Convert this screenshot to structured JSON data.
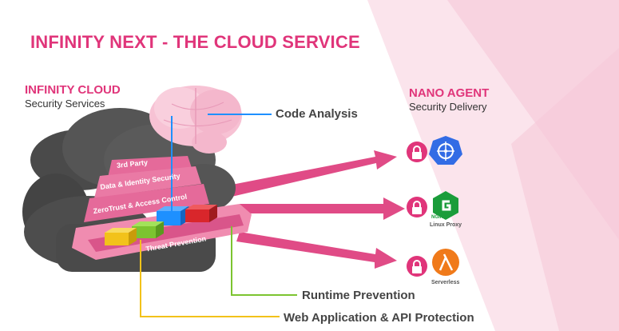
{
  "title": "INFINITY NEXT -  THE CLOUD SERVICE",
  "infinity_cloud": {
    "title": "INFINITY CLOUD",
    "subtitle": "Security Services"
  },
  "nano_agent": {
    "title": "NANO AGENT",
    "subtitle": "Security Delivery"
  },
  "cloud_layers": [
    "3rd Party",
    "Data & Identity Security",
    "ZeroTrust & Access Control",
    "Threat Prevention"
  ],
  "labels": {
    "code_analysis": "Code Analysis",
    "runtime_prevention": "Runtime Prevention",
    "web_app_api": "Web Application & API Protection"
  },
  "targets": {
    "nginx_logo_text": "NGINX",
    "linux_proxy": "Linux Proxy",
    "serverless": "Serverless"
  },
  "colors": {
    "accent": "#e0357a",
    "arrow": "#e04b86",
    "blue_cube": "#1e90ff",
    "red_cube": "#d9262b",
    "green_cube": "#7cc430",
    "yellow_cube": "#f2c21a",
    "kubernetes": "#326ce5",
    "nginx": "#1a9c3a",
    "lambda": "#f07a1a"
  },
  "icons": [
    "brain-icon",
    "lock-icon",
    "kubernetes-icon",
    "nginx-icon",
    "lambda-icon"
  ]
}
